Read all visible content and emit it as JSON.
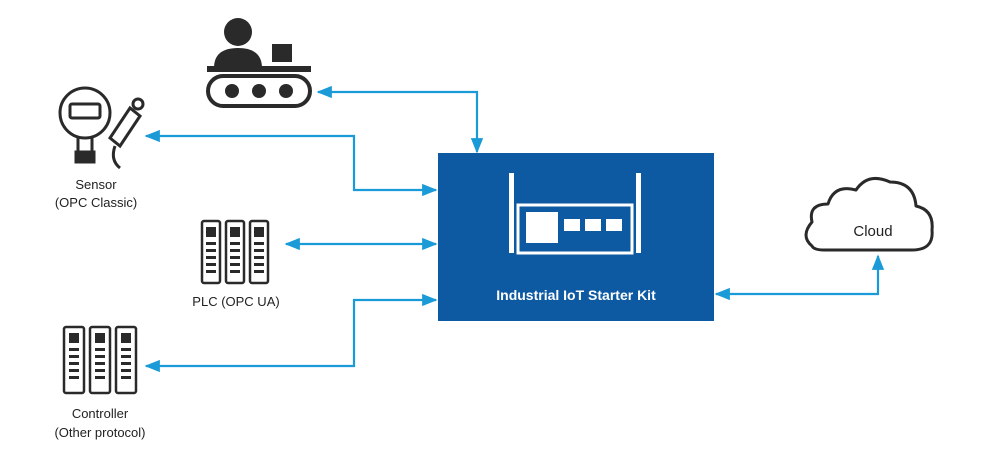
{
  "colors": {
    "hub": "#0e5aa2",
    "connector": "#1a9ad6",
    "icon": "#2a2a2a"
  },
  "hub": {
    "label": "Industrial IoT Starter Kit",
    "icon": "gateway-router-icon"
  },
  "devices": {
    "operator": {
      "icon": "operator-conveyor-icon"
    },
    "sensor": {
      "icon": "pressure-sensor-icon",
      "line1": "Sensor",
      "line2": "(OPC Classic)"
    },
    "plc": {
      "icon": "plc-rack-icon",
      "line1": "PLC (OPC UA)"
    },
    "controller": {
      "icon": "controller-rack-icon",
      "line1": "Controller",
      "line2": "(Other protocol)"
    }
  },
  "cloud": {
    "icon": "cloud-icon",
    "label": "Cloud"
  }
}
